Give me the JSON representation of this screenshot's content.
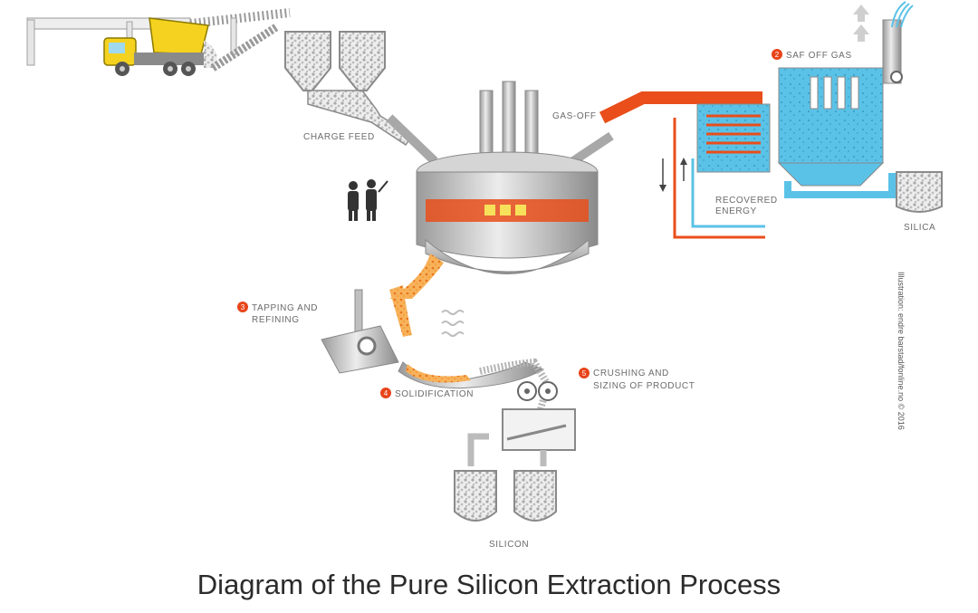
{
  "labels": {
    "charge_feed": "CHARGE FEED",
    "gas_off": "GAS-OFF",
    "saf_off_gas": "SAF OFF GAS",
    "recovered_energy_1": "RECOVERED",
    "recovered_energy_2": "ENERGY",
    "silica": "SILICA",
    "tapping_1": "TAPPING AND",
    "tapping_2": "REFINING",
    "solidification": "SOLIDIFICATION",
    "crushing_1": "CRUSHING AND",
    "crushing_2": "SIZING OF PRODUCT",
    "silicon": "SILICON"
  },
  "step_numbers": {
    "saf_off_gas": "2",
    "tapping": "3",
    "solidification": "4",
    "crushing": "5"
  },
  "credit": "Illustration: endre barstad/fonline.no © 2016",
  "caption": "Diagram of the Pure Silicon Extraction Process",
  "colors": {
    "hot": "#e94e1b",
    "molten": "#f08a24",
    "water": "#5bc2e7",
    "steel": "#bfbfbf",
    "truck": "#f5d21f",
    "badge": "#e8441a"
  }
}
